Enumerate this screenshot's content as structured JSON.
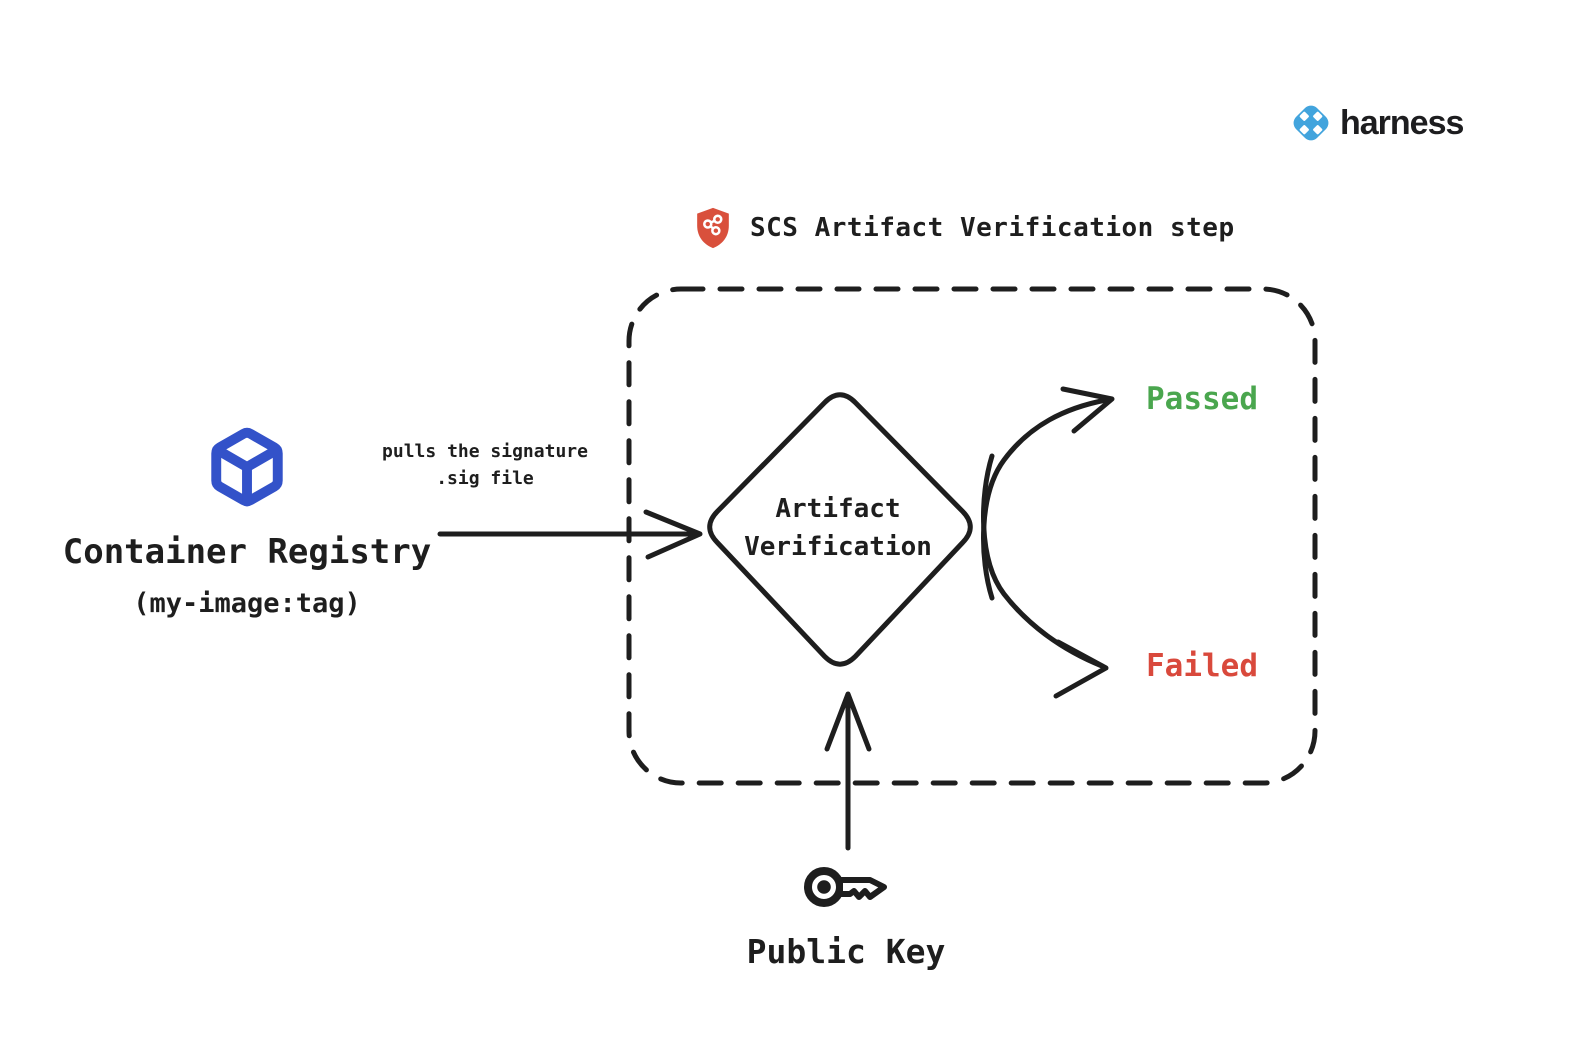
{
  "brand": {
    "logo_text": "harness",
    "logo_color": "#42a4dd",
    "text_color": "#1d1d1f"
  },
  "header": {
    "label": "SCS Artifact Verification step",
    "shield_color": "#d9503c"
  },
  "registry": {
    "title": "Container Registry",
    "subtitle": "(my-image:tag)",
    "icon": "cube-icon",
    "icon_color": "#3352c9"
  },
  "edge_label": {
    "line1": "pulls the signature",
    "line2": ".sig file"
  },
  "diamond": {
    "line1": "Artifact",
    "line2": "Verification"
  },
  "outcomes": {
    "passed": {
      "label": "Passed",
      "color": "#4aa64e"
    },
    "failed": {
      "label": "Failed",
      "color": "#d9493c"
    }
  },
  "public_key": {
    "label": "Public Key",
    "icon": "key-icon"
  },
  "colors": {
    "ink": "#1e1e1e",
    "background": "#ffffff"
  }
}
